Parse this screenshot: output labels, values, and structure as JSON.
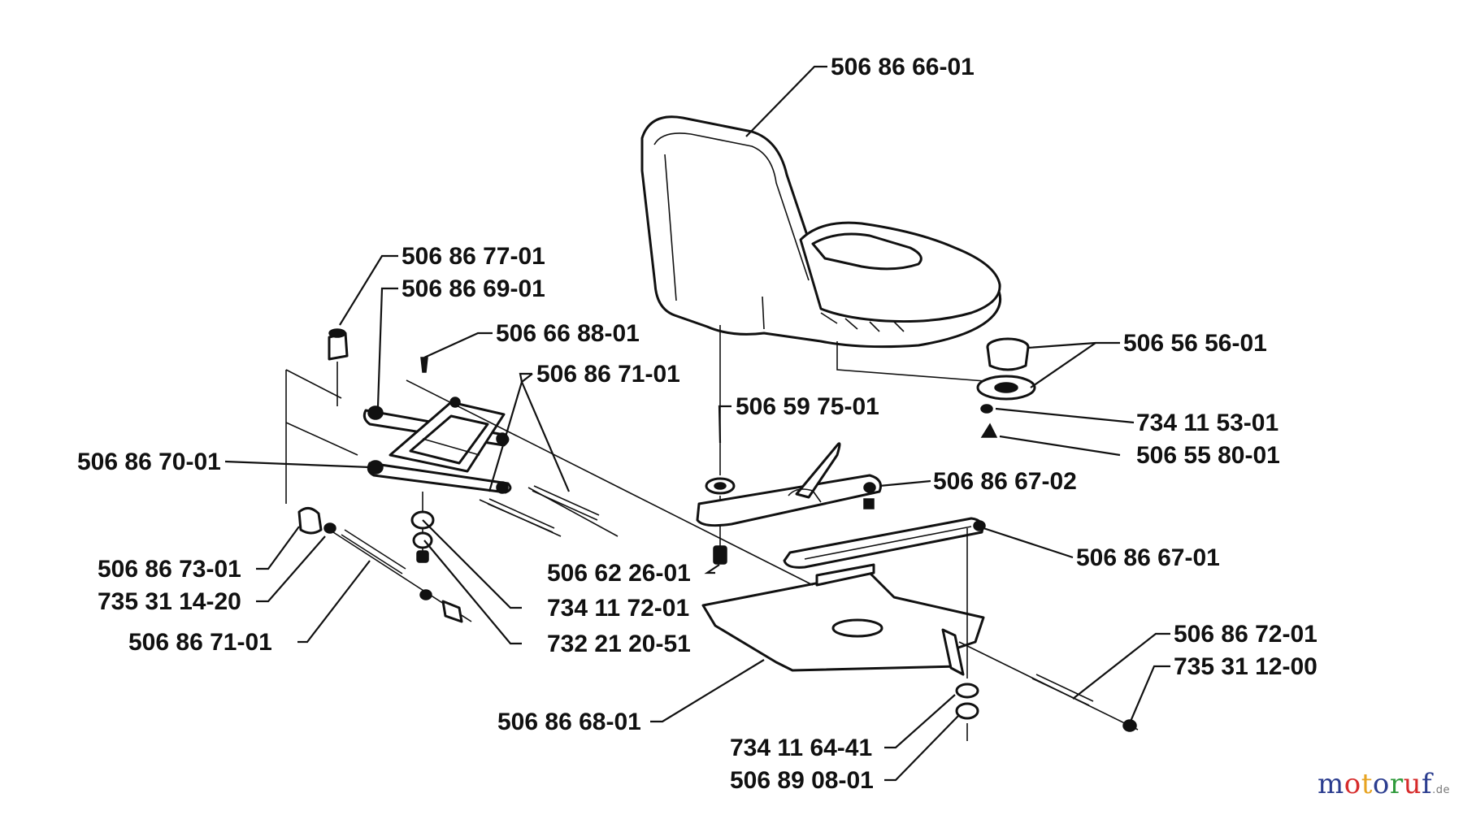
{
  "diagram": {
    "part_numbers": {
      "seat": "506 86 66-01",
      "bracket_top": "506 86 77-01",
      "rail_pin_top": "506 86 69-01",
      "small_clip": "506 66 88-01",
      "spring_pair": "506 86 71-01",
      "slide_frame": "506 86 70-01",
      "knob": "506 56 56-01",
      "bolt_seat": "506 59 75-01",
      "washer_knob": "734 11 53-01",
      "nut_knob": "506 55 80-01",
      "slide_lever": "506 86 67-02",
      "slide_rail": "506 86 67-01",
      "bushing": "506 86 73-01",
      "washer_left": "735 31 14-20",
      "spring_left": "506 86 71-01",
      "nut_center": "506 62 26-01",
      "washer_center": "734 11 72-01",
      "screw_center": "732 21 20-51",
      "bracket_right": "506 86 72-01",
      "pin_right": "735 31 12-00",
      "base_plate": "506 86 68-01",
      "washer_bottom": "734 11 64-41",
      "nut_bottom": "506 89 08-01"
    }
  },
  "watermark": {
    "letters": [
      "m",
      "o",
      "t",
      "o",
      "r",
      "u",
      "f"
    ],
    "colors": [
      "#2b3d8f",
      "#d62b2b",
      "#e7a321",
      "#2b3d8f",
      "#2f9a3b",
      "#d62b2b",
      "#2b3d8f"
    ],
    "suffix": ".de"
  }
}
